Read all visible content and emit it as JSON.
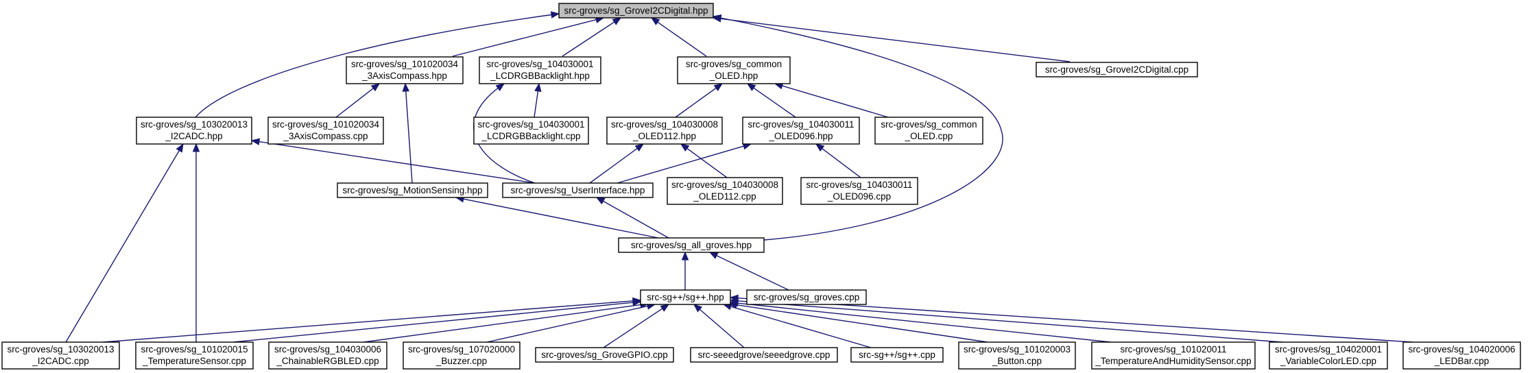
{
  "diagram": {
    "colors": {
      "edge": "#191970",
      "root_fill": "#bfbfbf",
      "node_fill": "#ffffff",
      "border": "#000000"
    },
    "nodes": [
      {
        "id": "root",
        "lines": [
          "src-groves/sg_GroveI2CDigital.hpp"
        ]
      },
      {
        "id": "compass_hpp",
        "lines": [
          "src-groves/sg_101020034",
          "_3AxisCompass.hpp"
        ]
      },
      {
        "id": "lcdrgb_hpp",
        "lines": [
          "src-groves/sg_104030001",
          "_LCDRGBBacklight.hpp"
        ]
      },
      {
        "id": "common_oled_hpp",
        "lines": [
          "src-groves/sg_common",
          "_OLED.hpp"
        ]
      },
      {
        "id": "root_cpp",
        "lines": [
          "src-groves/sg_GroveI2CDigital.cpp"
        ]
      },
      {
        "id": "i2cadc_hpp",
        "lines": [
          "src-groves/sg_103020013",
          "_I2CADC.hpp"
        ]
      },
      {
        "id": "compass_cpp",
        "lines": [
          "src-groves/sg_101020034",
          "_3AxisCompass.cpp"
        ]
      },
      {
        "id": "lcdrgb_cpp",
        "lines": [
          "src-groves/sg_104030001",
          "_LCDRGBBacklight.cpp"
        ]
      },
      {
        "id": "oled112_hpp",
        "lines": [
          "src-groves/sg_104030008",
          "_OLED112.hpp"
        ]
      },
      {
        "id": "oled096_hpp",
        "lines": [
          "src-groves/sg_104030011",
          "_OLED096.hpp"
        ]
      },
      {
        "id": "common_oled_cpp",
        "lines": [
          "src-groves/sg_common",
          "_OLED.cpp"
        ]
      },
      {
        "id": "motion_hpp",
        "lines": [
          "src-groves/sg_MotionSensing.hpp"
        ]
      },
      {
        "id": "ui_hpp",
        "lines": [
          "src-groves/sg_UserInterface.hpp"
        ]
      },
      {
        "id": "oled112_cpp",
        "lines": [
          "src-groves/sg_104030008",
          "_OLED112.cpp"
        ]
      },
      {
        "id": "oled096_cpp",
        "lines": [
          "src-groves/sg_104030011",
          "_OLED096.cpp"
        ]
      },
      {
        "id": "all_groves_hpp",
        "lines": [
          "src-groves/sg_all_groves.hpp"
        ]
      },
      {
        "id": "sgpp_hpp",
        "lines": [
          "src-sg++/sg++.hpp"
        ]
      },
      {
        "id": "groves_cpp",
        "lines": [
          "src-groves/sg_groves.cpp"
        ]
      },
      {
        "id": "i2cadc_cpp",
        "lines": [
          "src-groves/sg_103020013",
          "_I2CADC.cpp"
        ]
      },
      {
        "id": "temp_cpp",
        "lines": [
          "src-groves/sg_101020015",
          "_TemperatureSensor.cpp"
        ]
      },
      {
        "id": "chainable_cpp",
        "lines": [
          "src-groves/sg_104030006",
          "_ChainableRGBLED.cpp"
        ]
      },
      {
        "id": "buzzer_cpp",
        "lines": [
          "src-groves/sg_107020000",
          "_Buzzer.cpp"
        ]
      },
      {
        "id": "gpio_cpp",
        "lines": [
          "src-groves/sg_GroveGPIO.cpp"
        ]
      },
      {
        "id": "seeedgrove_cpp",
        "lines": [
          "src-seeedgrove/seeedgrove.cpp"
        ]
      },
      {
        "id": "sgpp_cpp",
        "lines": [
          "src-sg++/sg++.cpp"
        ]
      },
      {
        "id": "button_cpp",
        "lines": [
          "src-groves/sg_101020003",
          "_Button.cpp"
        ]
      },
      {
        "id": "temphum_cpp",
        "lines": [
          "src-groves/sg_101020011",
          "_TemperatureAndHumiditySensor.cpp"
        ]
      },
      {
        "id": "varcolor_cpp",
        "lines": [
          "src-groves/sg_104020001",
          "_VariableColorLED.cpp"
        ]
      },
      {
        "id": "ledbar_cpp",
        "lines": [
          "src-groves/sg_104020006",
          "_LEDBar.cpp"
        ]
      }
    ]
  }
}
